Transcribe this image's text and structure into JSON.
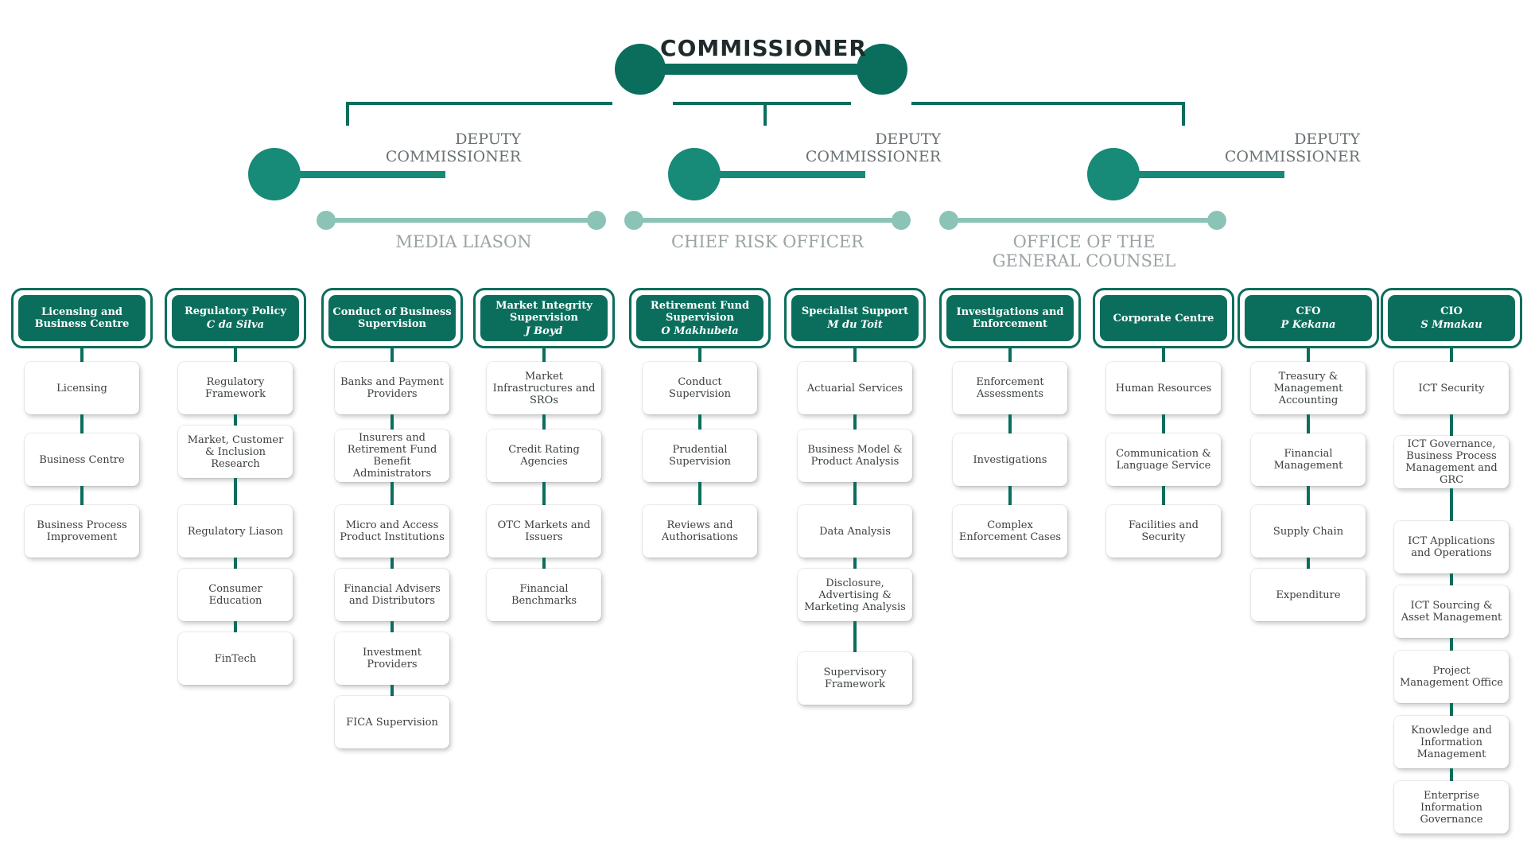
{
  "colors": {
    "primary": "#0b6e5c",
    "deputy_dot": "#178a78",
    "light_line": "#8cc3b7",
    "text_dark": "#1f2a2a",
    "text_grey": "#6b7275",
    "text_light": "#9ba3a5"
  },
  "commissioner": {
    "title": "COMMISSIONER"
  },
  "deputies": [
    {
      "label": "DEPUTY\nCOMMISSIONER"
    },
    {
      "label": "DEPUTY\nCOMMISSIONER"
    },
    {
      "label": "DEPUTY\nCOMMISSIONER"
    }
  ],
  "staff_offices": [
    {
      "label": "MEDIA LIASON"
    },
    {
      "label": "CHIEF RISK OFFICER"
    },
    {
      "label": "OFFICE OF THE\nGENERAL COUNSEL"
    }
  ],
  "divisions": [
    {
      "title": "Licensing and Business Centre",
      "head": "",
      "units": [
        "Licensing",
        "Business Centre",
        "Business Process Improvement"
      ]
    },
    {
      "title": "Regulatory Policy",
      "head": "C da Silva",
      "units": [
        "Regulatory Framework",
        "Market, Customer & Inclusion Research",
        "Regulatory Liason",
        "Consumer Education",
        "FinTech"
      ]
    },
    {
      "title": "Conduct of Business Supervision",
      "head": "",
      "units": [
        "Banks and Payment Providers",
        "Insurers and Retirement Fund Benefit Administrators",
        "Micro and Access Product Institutions",
        "Financial Advisers and Distributors",
        "Investment Providers",
        "FICA Supervision"
      ]
    },
    {
      "title": "Market Integrity Supervision",
      "head": "J Boyd",
      "units": [
        "Market Infrastructures and SROs",
        "Credit Rating Agencies",
        "OTC Markets and Issuers",
        "Financial Benchmarks"
      ]
    },
    {
      "title": "Retirement Fund Supervision",
      "head": "O Makhubela",
      "units": [
        "Conduct Supervision",
        "Prudential Supervision",
        "Reviews and Authorisations"
      ]
    },
    {
      "title": "Specialist Support",
      "head": "M du Toit",
      "units": [
        "Actuarial Services",
        "Business Model & Product Analysis",
        "Data Analysis",
        "Disclosure, Advertising & Marketing Analysis",
        "Supervisory Framework"
      ]
    },
    {
      "title": "Investigations and Enforcement",
      "head": "",
      "units": [
        "Enforcement Assessments",
        "Investigations",
        "Complex Enforcement Cases"
      ]
    },
    {
      "title": "Corporate Centre",
      "head": "",
      "units": [
        "Human Resources",
        "Communication & Language Service",
        "Facilities and Security"
      ]
    },
    {
      "title": "CFO",
      "head": "P Kekana",
      "units": [
        "Treasury & Management Accounting",
        "Financial Management",
        "Supply Chain",
        "Expenditure"
      ]
    },
    {
      "title": "CIO",
      "head": "S Mmakau",
      "units": [
        "ICT Security",
        "ICT Governance, Business Process Management and GRC",
        "ICT Applications and Operations",
        "ICT Sourcing & Asset Management",
        "Project Management Office",
        "Knowledge and Information Management",
        "Enterprise Information Governance"
      ]
    }
  ]
}
